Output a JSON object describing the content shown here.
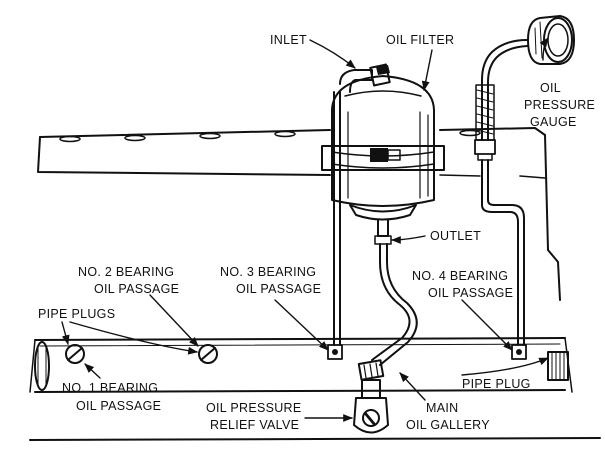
{
  "labels": {
    "inlet": "INLET",
    "oil_filter": "OIL FILTER",
    "oil_pressure_gauge": [
      "OIL",
      "PRESSURE",
      "GAUGE"
    ],
    "outlet": "OUTLET",
    "no2_bearing": [
      "NO. 2 BEARING",
      "OIL PASSAGE"
    ],
    "no3_bearing": [
      "NO. 3 BEARING",
      "OIL PASSAGE"
    ],
    "no4_bearing": [
      "NO. 4 BEARING",
      "OIL PASSAGE"
    ],
    "pipe_plugs": "PIPE PLUGS",
    "no1_bearing": [
      "NO. 1 BEARING",
      "OIL PASSAGE"
    ],
    "pipe_plug": "PIPE PLUG",
    "relief_valve": [
      "OIL PRESSURE",
      "RELIEF VALVE"
    ],
    "main_gallery": [
      "MAIN",
      "OIL GALLERY"
    ]
  }
}
